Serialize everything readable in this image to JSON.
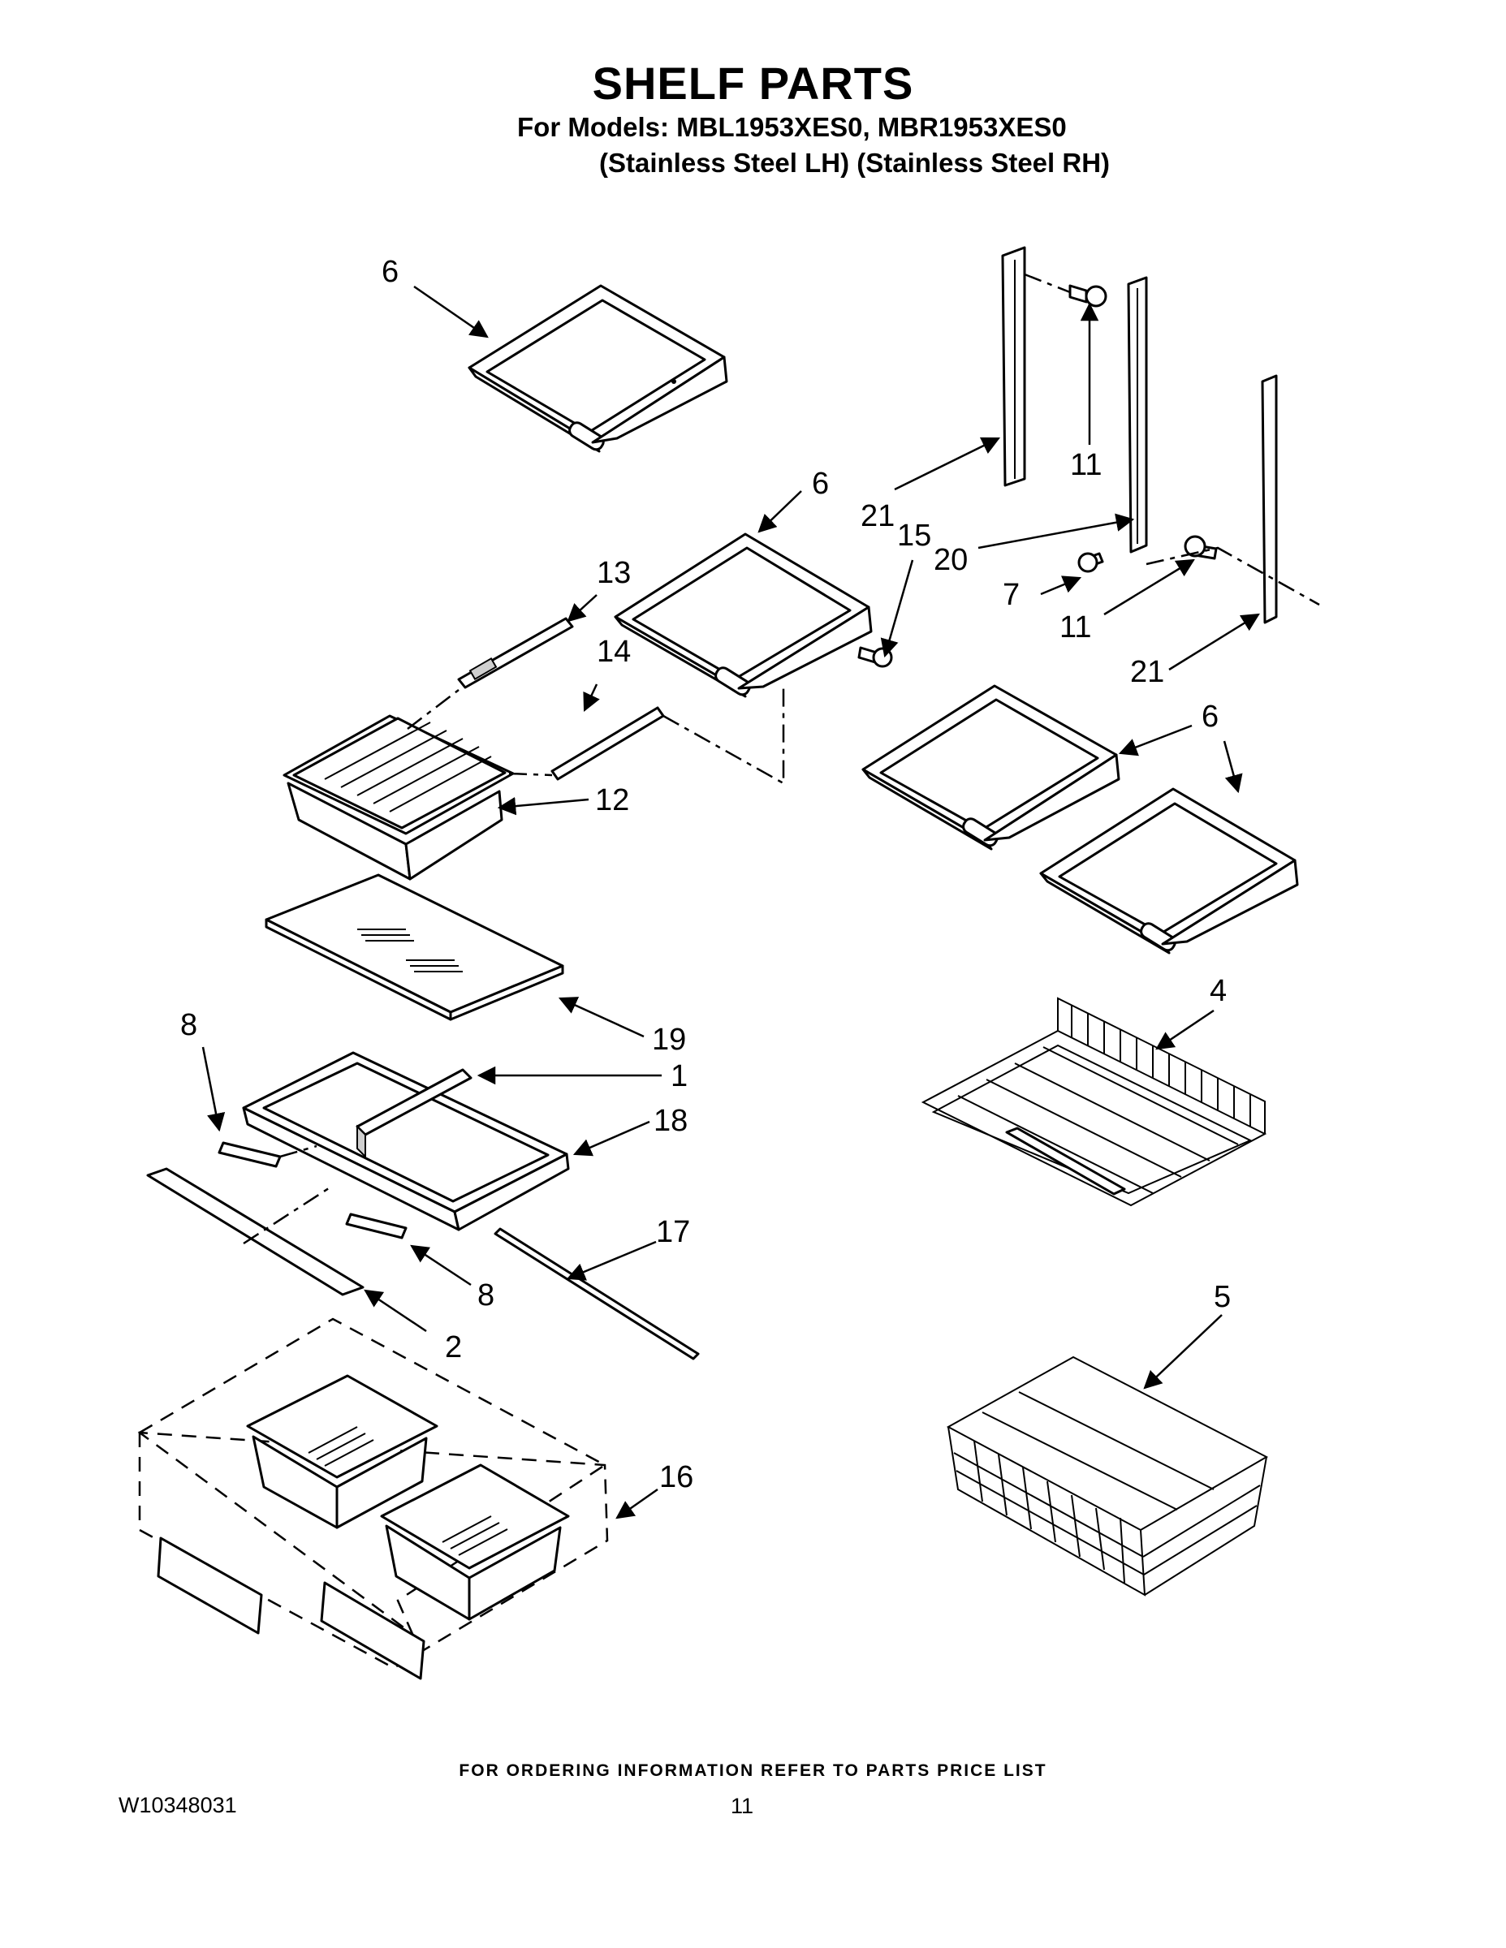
{
  "header": {
    "title": "SHELF PARTS",
    "models": "For Models: MBL1953XES0, MBR1953XES0",
    "variants": "(Stainless Steel LH) (Stainless Steel RH)"
  },
  "callouts": [
    {
      "id": "c6a",
      "text": "6"
    },
    {
      "id": "c21a",
      "text": "21"
    },
    {
      "id": "c11a",
      "text": "11"
    },
    {
      "id": "c6b",
      "text": "6"
    },
    {
      "id": "c15",
      "text": "15"
    },
    {
      "id": "c20",
      "text": "20"
    },
    {
      "id": "c7",
      "text": "7"
    },
    {
      "id": "c11b",
      "text": "11"
    },
    {
      "id": "c21b",
      "text": "21"
    },
    {
      "id": "c13",
      "text": "13"
    },
    {
      "id": "c14",
      "text": "14"
    },
    {
      "id": "c12",
      "text": "12"
    },
    {
      "id": "c6c",
      "text": "6"
    },
    {
      "id": "c19",
      "text": "19"
    },
    {
      "id": "c8a",
      "text": "8"
    },
    {
      "id": "c1",
      "text": "1"
    },
    {
      "id": "c18",
      "text": "18"
    },
    {
      "id": "c4",
      "text": "4"
    },
    {
      "id": "c17",
      "text": "17"
    },
    {
      "id": "c8b",
      "text": "8"
    },
    {
      "id": "c2",
      "text": "2"
    },
    {
      "id": "c5",
      "text": "5"
    },
    {
      "id": "c16",
      "text": "16"
    }
  ],
  "footer": {
    "note": "FOR ORDERING INFORMATION REFER TO PARTS PRICE LIST",
    "doc_number": "W10348031",
    "page_number": "11"
  }
}
